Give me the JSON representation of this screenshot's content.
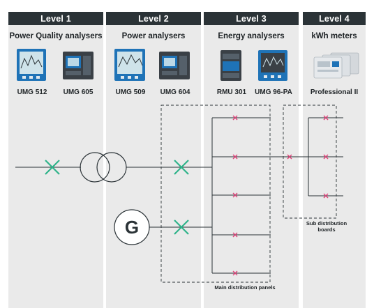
{
  "levels": [
    {
      "title": "Level 1",
      "category": "Power Quality analysers",
      "devices": [
        "UMG 512",
        "UMG 605"
      ]
    },
    {
      "title": "Level 2",
      "category": "Power analysers",
      "devices": [
        "UMG 509",
        "UMG 604"
      ]
    },
    {
      "title": "Level 3",
      "category": "Energy analysers",
      "devices": [
        "RMU 301",
        "UMG 96-PA"
      ]
    },
    {
      "title": "Level 4",
      "category": "kWh meters",
      "devices": [
        "Professional II"
      ]
    }
  ],
  "diagram": {
    "generator_symbol": "G",
    "main_panels_label": "Main distribution panels",
    "sub_boards_label": [
      "Sub distribution",
      "boards"
    ]
  },
  "colors": {
    "header_bg": "#2b3337",
    "column_bg": "#eaeaea",
    "breaker_green": "#2fb38a",
    "breaker_pink": "#e0457b",
    "device_blue": "#1f73b7",
    "line": "#2b3337"
  }
}
